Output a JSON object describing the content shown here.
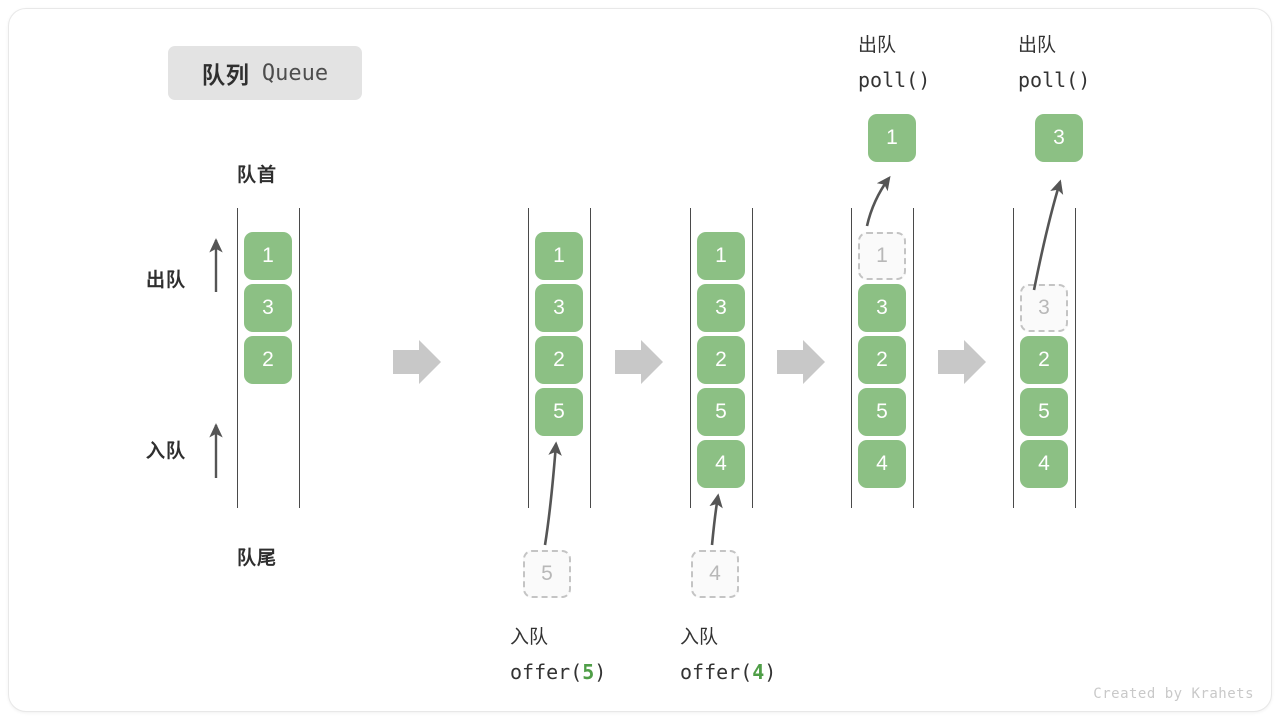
{
  "title": {
    "cn": "队列",
    "en": "Queue"
  },
  "labels": {
    "front": "队首",
    "rear": "队尾",
    "dequeue_side": "出队",
    "enqueue_side": "入队"
  },
  "credit": "Created by Krahets",
  "colors": {
    "element_green": "#8cc084",
    "ghost_gray": "#c4c4c4",
    "arrow_gray": "#555555",
    "flow_arrow": "#c8c8c8",
    "badge_bg": "#e3e3e3",
    "text_dark": "#2f2f2f"
  },
  "operations": [
    {
      "cn": "入队",
      "code_prefix": "offer(",
      "code_arg": "5",
      "code_suffix": ")"
    },
    {
      "cn": "入队",
      "code_prefix": "offer(",
      "code_arg": "4",
      "code_suffix": ")"
    },
    {
      "cn": "出队",
      "code_prefix": "poll(",
      "code_arg": "",
      "code_suffix": ")"
    },
    {
      "cn": "出队",
      "code_prefix": "poll(",
      "code_arg": "",
      "code_suffix": ")"
    }
  ],
  "states": [
    {
      "name": "initial",
      "cells": [
        {
          "value": "1",
          "state": "filled"
        },
        {
          "value": "3",
          "state": "filled"
        },
        {
          "value": "2",
          "state": "filled"
        }
      ],
      "incoming": null,
      "popped": null
    },
    {
      "name": "after-offer-5",
      "cells": [
        {
          "value": "1",
          "state": "filled"
        },
        {
          "value": "3",
          "state": "filled"
        },
        {
          "value": "2",
          "state": "filled"
        },
        {
          "value": "5",
          "state": "filled"
        }
      ],
      "incoming": {
        "value": "5"
      },
      "popped": null
    },
    {
      "name": "after-offer-4",
      "cells": [
        {
          "value": "1",
          "state": "filled"
        },
        {
          "value": "3",
          "state": "filled"
        },
        {
          "value": "2",
          "state": "filled"
        },
        {
          "value": "5",
          "state": "filled"
        },
        {
          "value": "4",
          "state": "filled"
        }
      ],
      "incoming": {
        "value": "4"
      },
      "popped": null
    },
    {
      "name": "after-poll-1",
      "cells": [
        {
          "value": "1",
          "state": "ghost"
        },
        {
          "value": "3",
          "state": "filled"
        },
        {
          "value": "2",
          "state": "filled"
        },
        {
          "value": "5",
          "state": "filled"
        },
        {
          "value": "4",
          "state": "filled"
        }
      ],
      "incoming": null,
      "popped": {
        "value": "1"
      }
    },
    {
      "name": "after-poll-3",
      "cells": [
        {
          "value": "3",
          "state": "ghost",
          "slot": 1
        },
        {
          "value": "2",
          "state": "filled",
          "slot": 2
        },
        {
          "value": "5",
          "state": "filled",
          "slot": 3
        },
        {
          "value": "4",
          "state": "filled",
          "slot": 4
        }
      ],
      "incoming": null,
      "popped": {
        "value": "3"
      }
    }
  ]
}
